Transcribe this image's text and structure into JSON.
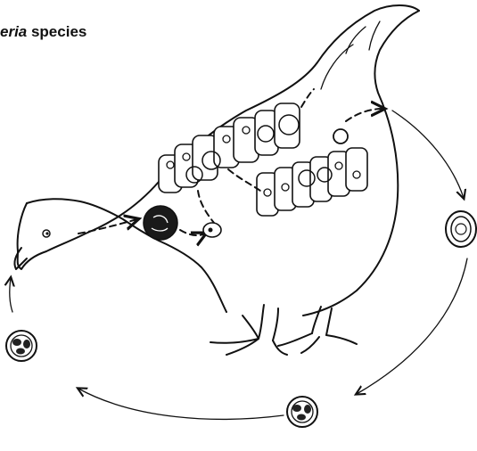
{
  "title": {
    "italic_part": "eria",
    "plain_part": " species"
  },
  "colors": {
    "ink": "#111111",
    "background": "#ffffff"
  },
  "cycle_stages": [
    "oocyst-sporulated-a",
    "oocyst-sporulated-b",
    "oocyst-unsporulated"
  ]
}
